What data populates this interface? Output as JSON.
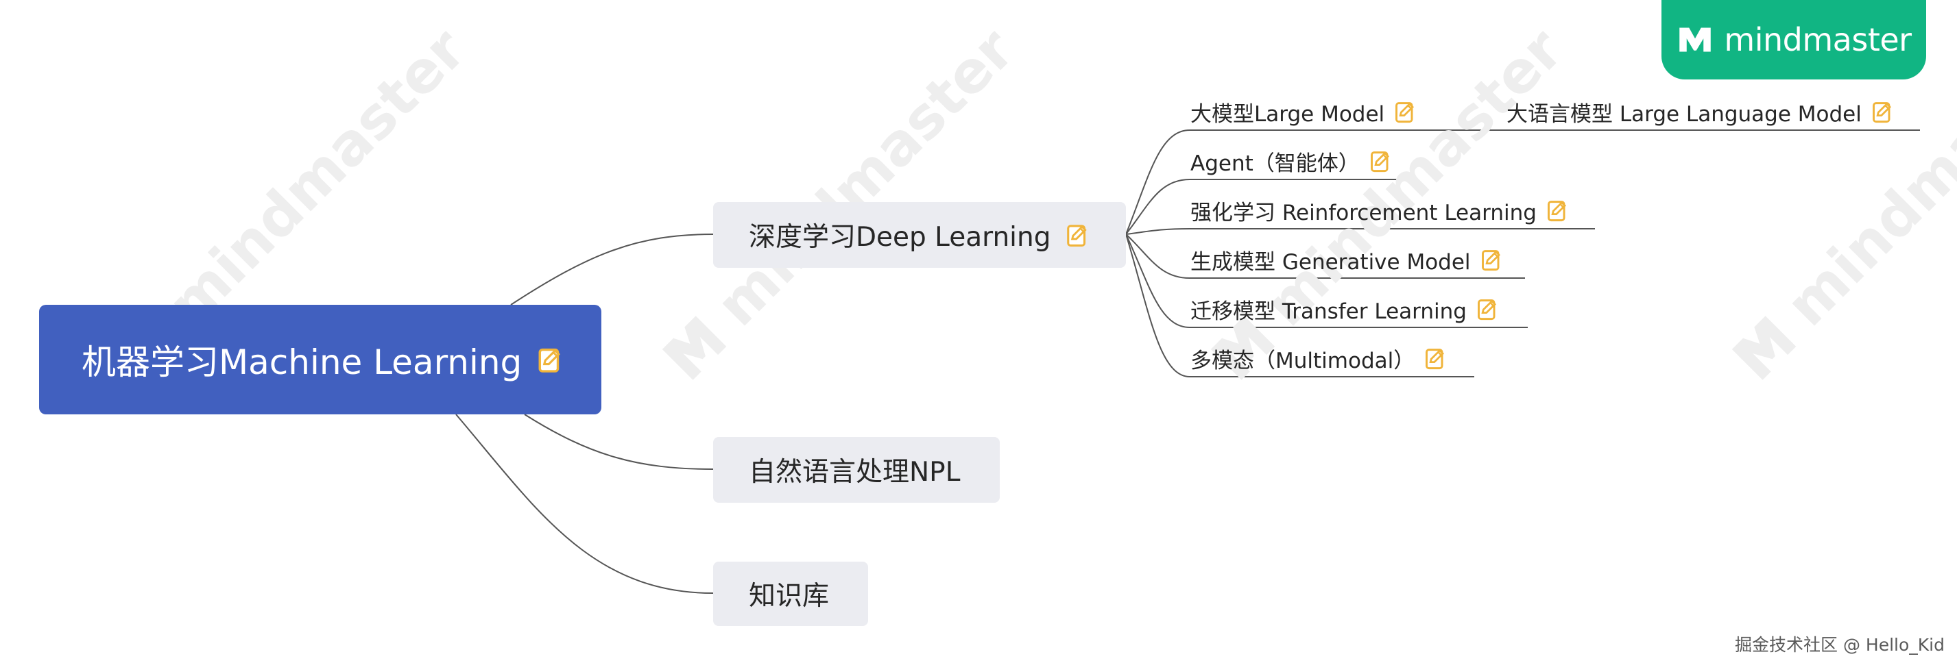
{
  "brand": {
    "name": "mindmaster"
  },
  "watermark": {
    "text": "mindmaster"
  },
  "mindmap": {
    "root": {
      "label": "机器学习Machine Learning"
    },
    "main_topics": [
      {
        "label": "深度学习Deep Learning",
        "has_note": true,
        "subtopics": [
          {
            "label": "大模型Large Model",
            "has_note": true,
            "children": [
              {
                "label": "大语言模型 Large Language Model",
                "has_note": true
              }
            ]
          },
          {
            "label": "Agent（智能体）",
            "has_note": true
          },
          {
            "label": "强化学习 Reinforcement Learning",
            "has_note": true
          },
          {
            "label": "生成模型 Generative Model",
            "has_note": true
          },
          {
            "label": "迁移模型 Transfer Learning",
            "has_note": true
          },
          {
            "label": "多模态（Multimodal）",
            "has_note": true
          }
        ]
      },
      {
        "label": "自然语言处理NPL",
        "has_note": false
      },
      {
        "label": "知识库",
        "has_note": false
      }
    ]
  },
  "footer": {
    "credit": "掘金技术社区 @ Hello_Kid"
  },
  "colors": {
    "root_fill": "#4160bf",
    "main_fill": "#ebecf1",
    "brand_green": "#11b583",
    "connector": "#555555",
    "note_icon": "#f0b43a",
    "watermark": "#eeeeee"
  }
}
